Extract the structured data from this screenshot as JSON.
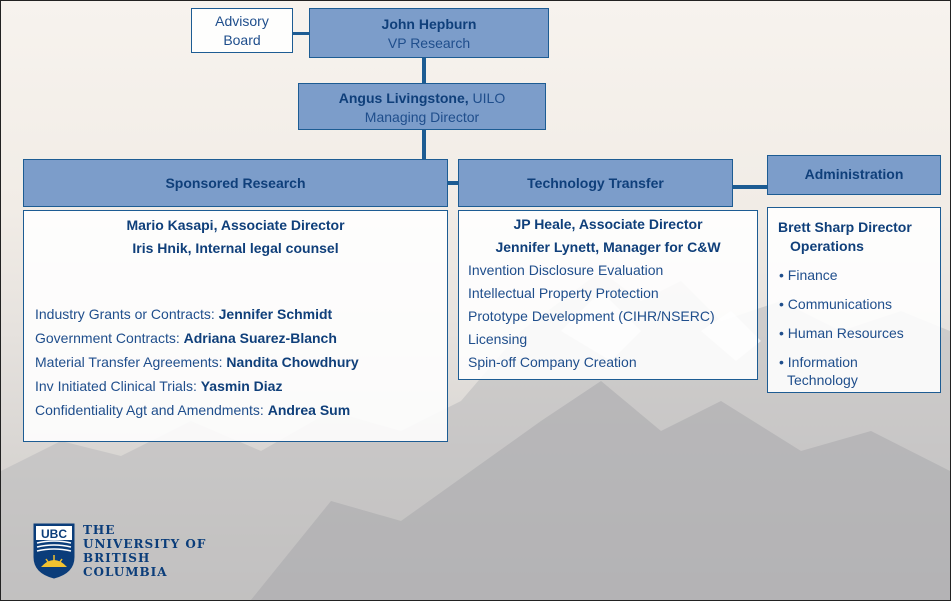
{
  "advisory": {
    "line1": "Advisory",
    "line2": "Board"
  },
  "vp": {
    "name": "John Hepburn",
    "title": "VP Research"
  },
  "md": {
    "name": "Angus Livingstone,",
    "org": " UILO",
    "title": "Managing Director"
  },
  "sponsored": {
    "header": "Sponsored Research",
    "leads": [
      "Mario Kasapi, Associate Director",
      "Iris Hnik, Internal legal counsel"
    ],
    "items": [
      {
        "label": "Industry Grants or Contracts: ",
        "person": "Jennifer Schmidt"
      },
      {
        "label": "Government Contracts: ",
        "person": "Adriana Suarez-Blanch"
      },
      {
        "label": "Material Transfer Agreements: ",
        "person": "Nandita Chowdhury"
      },
      {
        "label": "Inv Initiated Clinical Trials: ",
        "person": "Yasmin Diaz"
      },
      {
        "label": "Confidentiality Agt and Amendments: ",
        "person": "Andrea Sum"
      }
    ]
  },
  "techtransfer": {
    "header": "Technology Transfer",
    "leads": [
      "JP Heale, Associate Director",
      "Jennifer Lynett, Manager for C&W"
    ],
    "items": [
      "Invention Disclosure Evaluation",
      "Intellectual Property Protection",
      "Prototype Development (CIHR/NSERC)",
      "Licensing",
      "Spin-off Company Creation"
    ]
  },
  "admin": {
    "header": "Administration",
    "lead_line1": "Brett Sharp Director",
    "lead_line2": "Operations",
    "items": [
      "• Finance",
      "• Communications",
      "• Human Resources",
      "• Information",
      "Technology"
    ]
  },
  "logo": {
    "abbr": "UBC",
    "lines": [
      "THE",
      "UNIVERSITY OF",
      "BRITISH",
      "COLUMBIA"
    ]
  },
  "colors": {
    "header_fill": "#7c9dca",
    "connector": "#1d5c93",
    "text": "#1f4e8c"
  }
}
